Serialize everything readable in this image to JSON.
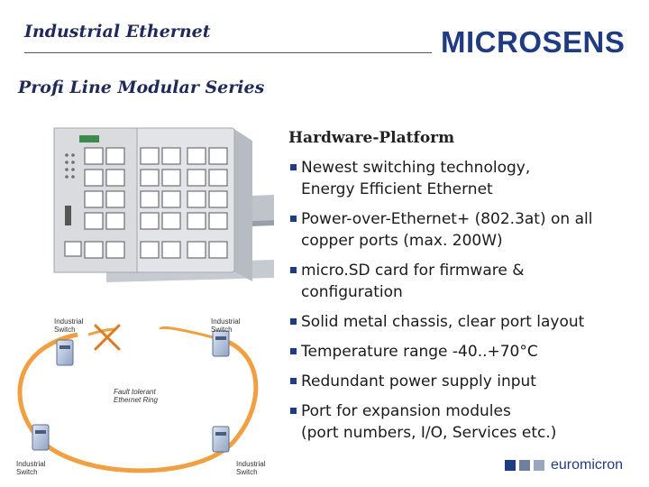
{
  "header": {
    "title": "Industrial Ethernet",
    "logo": "MICROSENS"
  },
  "subtitle": "Profi Line Modular Series",
  "section": {
    "title": "Hardware-Platform",
    "features": [
      "Newest switching technology,\nEnergy Efficient Ethernet",
      "Power-over-Ethernet+ (802.3at) on all\ncopper ports (max. 200W)",
      "micro.SD card for firmware &\nconfiguration",
      "Solid metal chassis, clear port layout",
      "Temperature range -40..+70°C",
      "Redundant power supply input",
      "Port for expansion modules\n(port numbers, I/O, Services etc.)"
    ]
  },
  "diagram": {
    "label_top_left": "Industrial\nSwitch",
    "label_top_right": "Industrial\nSwitch",
    "label_bottom_left": "Industrial\nSwitch",
    "label_bottom_right": "Industrial\nSwitch",
    "ring_label": "Fault tolerant\nEthernet Ring"
  },
  "footer": {
    "brand": "euromicron"
  },
  "colors": {
    "brand_blue": "#1f3c82",
    "ring_orange": "#f0a040",
    "title_navy": "#1f2a5a"
  }
}
